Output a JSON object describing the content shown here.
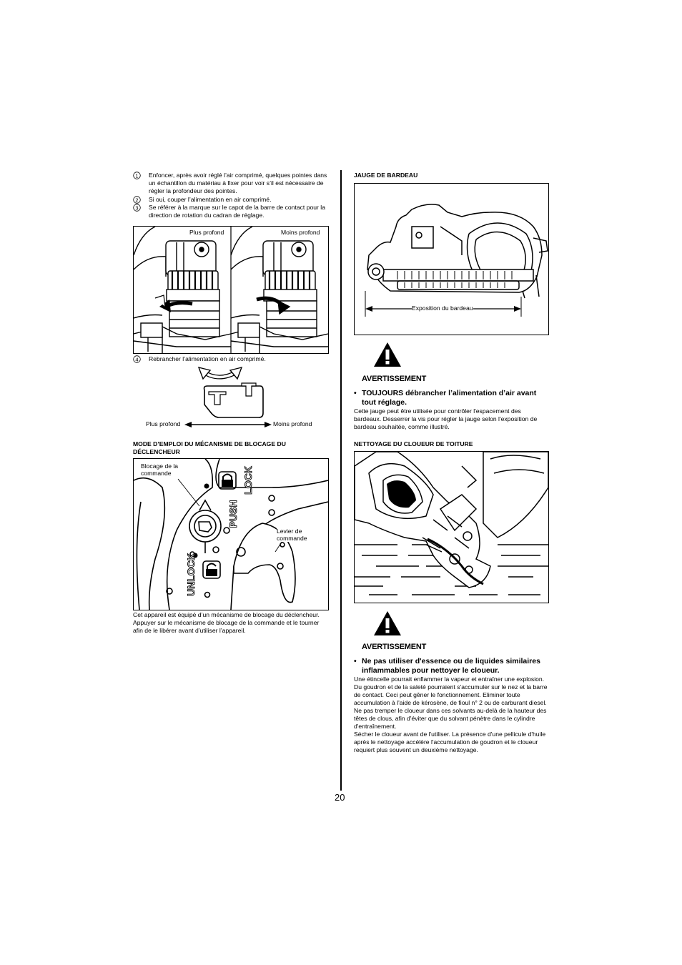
{
  "left": {
    "steps": [
      {
        "num": "1",
        "text": "Enfoncer, après avoir réglé l’air comprimé, quelques pointes dans un échantillon du matériau à fixer pour voir s’il est nécessaire de régler la profondeur des pointes."
      },
      {
        "num": "2",
        "text": "Si oui, couper l’alimentation en air comprimé."
      },
      {
        "num": "3",
        "text": "Se référer à la marque sur le capot de la barre de contact pour la direction de rotation du cadran de réglage."
      }
    ],
    "fig_depth": {
      "label_left": "Plus profond",
      "label_right": "Moins profond"
    },
    "step4": {
      "num": "4",
      "text": "Rebrancher l’alimentation en air comprimé."
    },
    "dial": {
      "label_left": "Plus profond",
      "label_right": "Moins profond"
    },
    "lock_heading": "MODE D’EMPLOI DU MÉCANISME DE BLOCAGE DU DÉCLENCHEUR",
    "fig_lock": {
      "label_blocage": "Blocage de la commande",
      "label_levier": "Levier de commande",
      "word_lock": "LOCK",
      "word_push": "PUSH",
      "word_unlock": "UNLOCK"
    },
    "lock_text": "Cet appareil est équipé d’un mécanisme de blocage du déclencheur. Appuyer sur le mécanisme de blocage de la commande et le tourner afin de le libérer avant d’utiliser l’appareil."
  },
  "right": {
    "gauge_heading": "JAUGE DE BARDEAU",
    "fig_gauge": {
      "label": "Exposition du bardeau"
    },
    "warning1": {
      "title": "AVERTISSEMENT",
      "bullet_bold_lead": "TOUJOURS",
      "bullet_bold_rest": " débrancher l’alimentation d’air avant tout réglage.",
      "text": "Cette jauge peut être utilisée pour contrôler l'espacement des bardeaux. Desserrer la vis pour régler la jauge selon l'exposition de bardeau souhaitée, comme illustré."
    },
    "clean_heading": "NETTOYAGE DU CLOUEUR DE TOITURE",
    "warning2": {
      "title": "AVERTISSEMENT",
      "bullet_bold": "Ne pas utiliser d'essence ou de liquides similaires inflammables pour nettoyer le cloueur.",
      "p1": "Une étincelle pourrait enflammer la vapeur et entraîner une explosion.",
      "p2": "Du goudron et de la saleté pourraient s'accumuler sur le nez et la barre de contact. Ceci peut gêner le fonctionnement. Eliminer toute accumulation à l'aide de kérosène, de fioul n° 2 ou de carburant diesel. Ne pas tremper le cloueur dans ces solvants au-delà de la hauteur des têtes de clous, afin d'éviter que du solvant pénètre dans le cylindre d'entraînement.",
      "p3": "Sécher le cloueur avant de l'utiliser. La présence d'une pellicule d'huile après le nettoyage accélère l'accumulation de goudron et le cloueur requiert plus souvent un deuxième nettoyage."
    }
  },
  "page_number": "20"
}
